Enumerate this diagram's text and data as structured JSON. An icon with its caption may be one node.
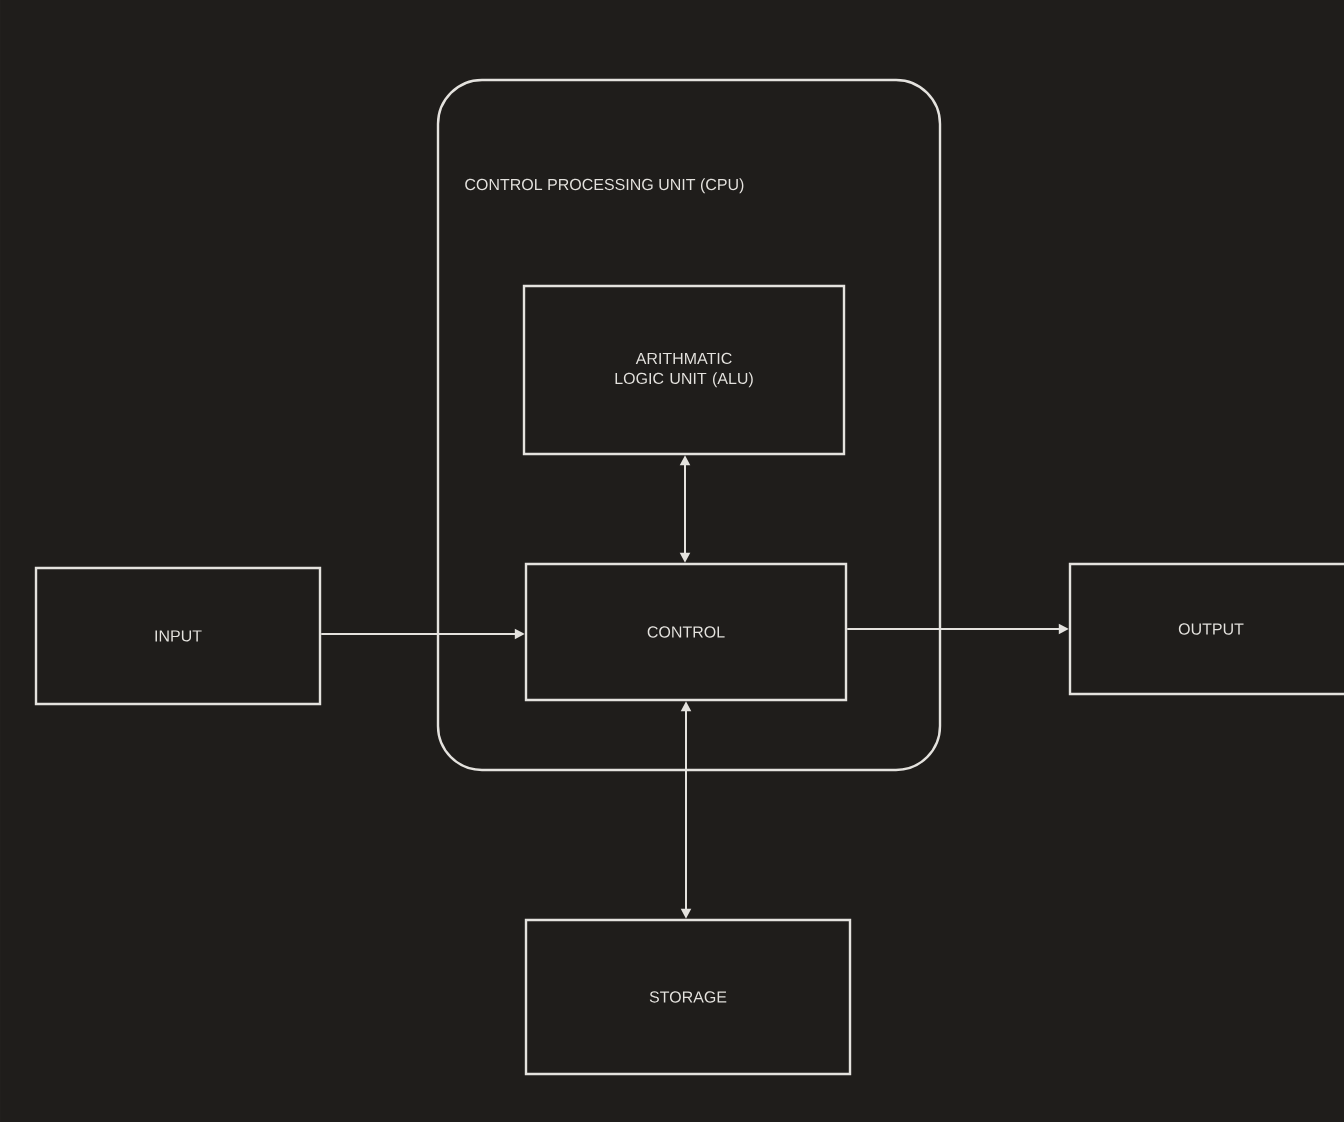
{
  "diagram": {
    "nodes": [
      {
        "text": [
          "CONTROL PROCESSING UNIT (CPU)"
        ]
      },
      {
        "text": [
          "ARITHMATIC LOGIC UNIT (ALU)"
        ],
        "in": 0
      },
      {
        "text": [
          "CONTROL"
        ],
        "in": 0
      },
      {
        "text": [
          "INPUT"
        ]
      },
      {
        "text": [
          "OUTPUT"
        ]
      },
      {
        "text": [
          "STORAGE"
        ]
      }
    ],
    "edges": [
      {
        "from": 1,
        "to": 2,
        "arrow": "both"
      },
      {
        "from": 3,
        "to": 2,
        "arrow": "to"
      },
      {
        "from": 2,
        "to": 4,
        "arrow": "to"
      },
      {
        "from": 2,
        "to": 5,
        "arrow": "both"
      }
    ]
  }
}
